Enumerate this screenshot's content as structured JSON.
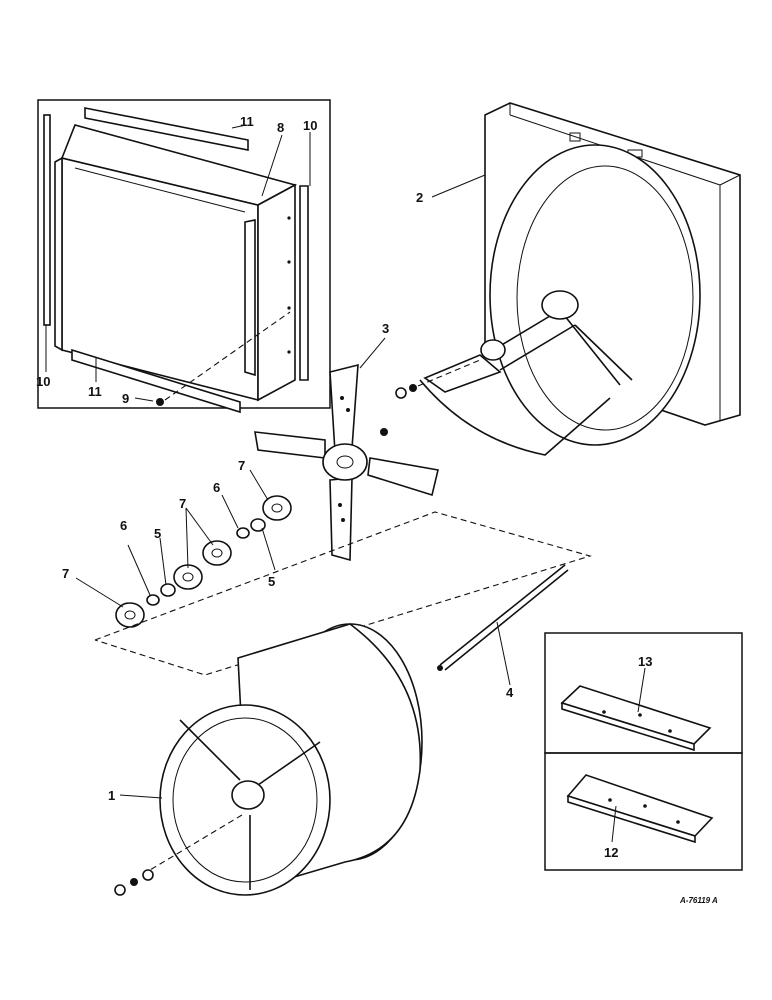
{
  "callouts": {
    "c1": "1",
    "c2": "2",
    "c3": "3",
    "c4": "4",
    "c5a": "5",
    "c5b": "5",
    "c6a": "6",
    "c6b": "6",
    "c7a": "7",
    "c7b": "7",
    "c7c": "7",
    "c8": "8",
    "c9": "9",
    "c10a": "10",
    "c10b": "10",
    "c11a": "11",
    "c11b": "11",
    "c12": "12",
    "c13": "13"
  },
  "drawing_number": "A-76119 A"
}
